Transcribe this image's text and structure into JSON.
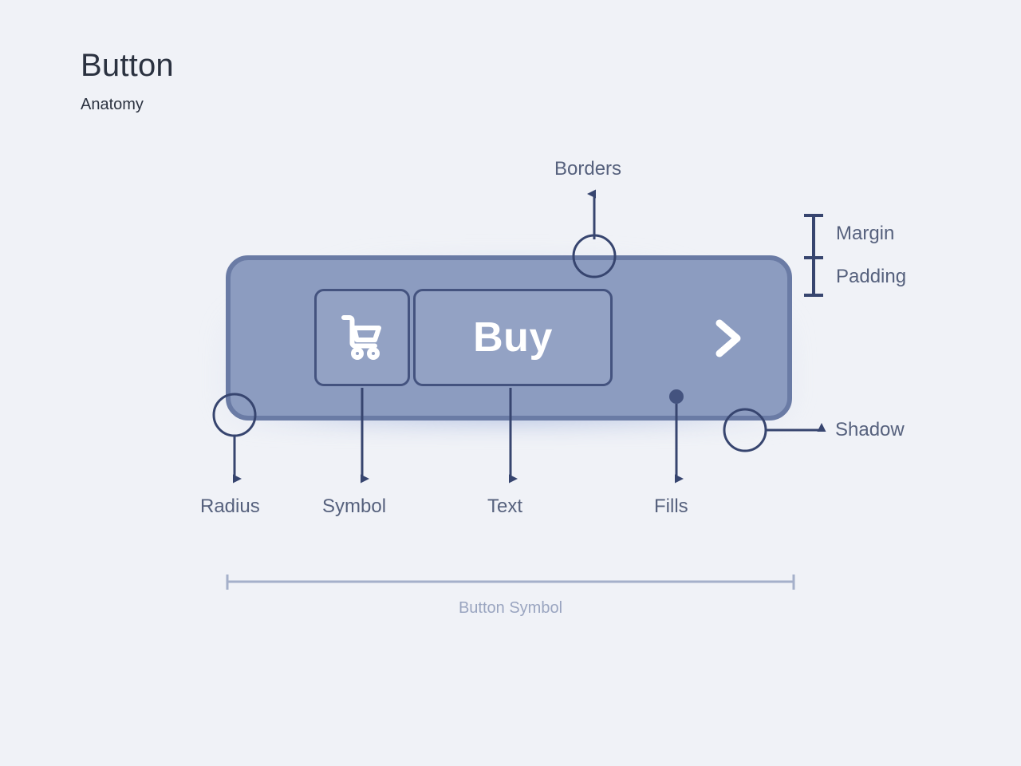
{
  "header": {
    "title": "Button",
    "subtitle": "Anatomy"
  },
  "component": {
    "name": "button",
    "text": "Buy",
    "symbol_icon": "shopping-cart-icon",
    "trailing_icon": "chevron-right-icon"
  },
  "callouts": {
    "borders": "Borders",
    "margin": "Margin",
    "padding": "Padding",
    "shadow": "Shadow",
    "radius": "Radius",
    "symbol": "Symbol",
    "text": "Text",
    "fills": "Fills"
  },
  "measure": {
    "caption": "Button Symbol"
  },
  "colors": {
    "background": "#f0f2f7",
    "button_fill": "#8c9cc0",
    "button_border": "#6a7ba5",
    "inner_fill": "#93a2c4",
    "inner_border": "#44537f",
    "annotation": "#37456f",
    "label_text": "#56617d",
    "title_text": "#2b3240",
    "caption_text": "#9aa5c0",
    "glyph_white": "#ffffff"
  }
}
